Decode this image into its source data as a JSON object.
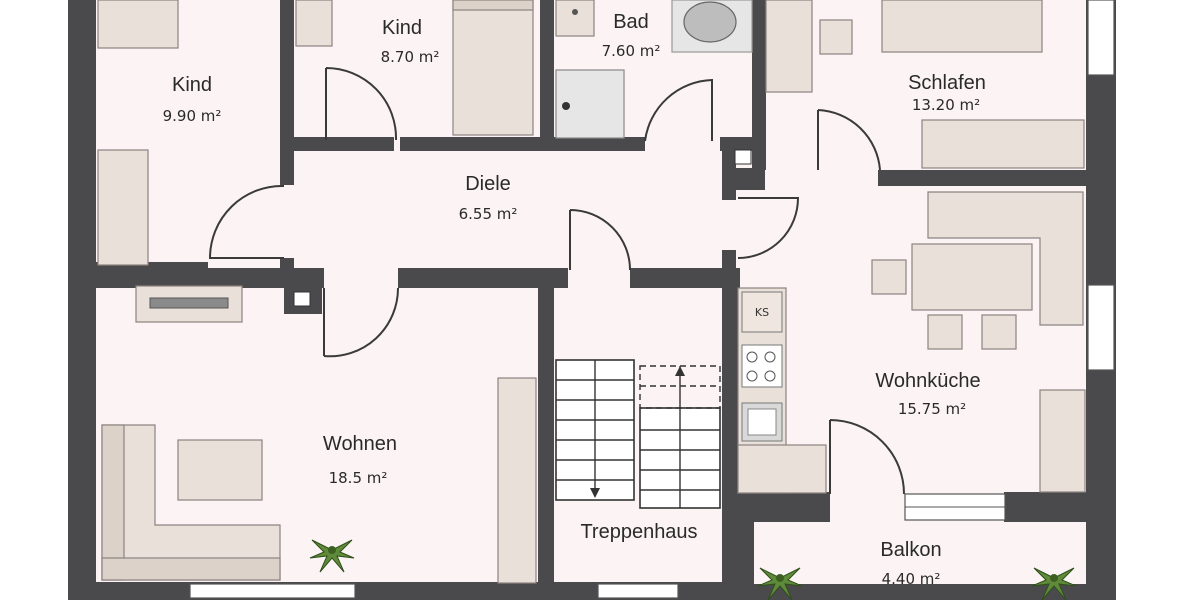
{
  "rooms": {
    "kind1": {
      "name": "Kind",
      "area": "9.90 m²"
    },
    "kind2": {
      "name": "Kind",
      "area": "8.70 m²"
    },
    "bad": {
      "name": "Bad",
      "area": "7.60 m²"
    },
    "schlafen": {
      "name": "Schlafen",
      "area": "13.20 m²"
    },
    "diele": {
      "name": "Diele",
      "area": "6.55 m²"
    },
    "wohnen": {
      "name": "Wohnen",
      "area": "18.5 m²"
    },
    "treppe": {
      "name": "Treppenhaus"
    },
    "kueche": {
      "name": "Wohnküche",
      "area": "15.75 m²"
    },
    "balkon": {
      "name": "Balkon",
      "area": "4.40 m²"
    }
  },
  "fixtures": {
    "fridge_label": "KS"
  },
  "colors": {
    "wall": "#4a4a4c",
    "floor": "#fbf3f4",
    "furniture": "#e9e0da"
  }
}
